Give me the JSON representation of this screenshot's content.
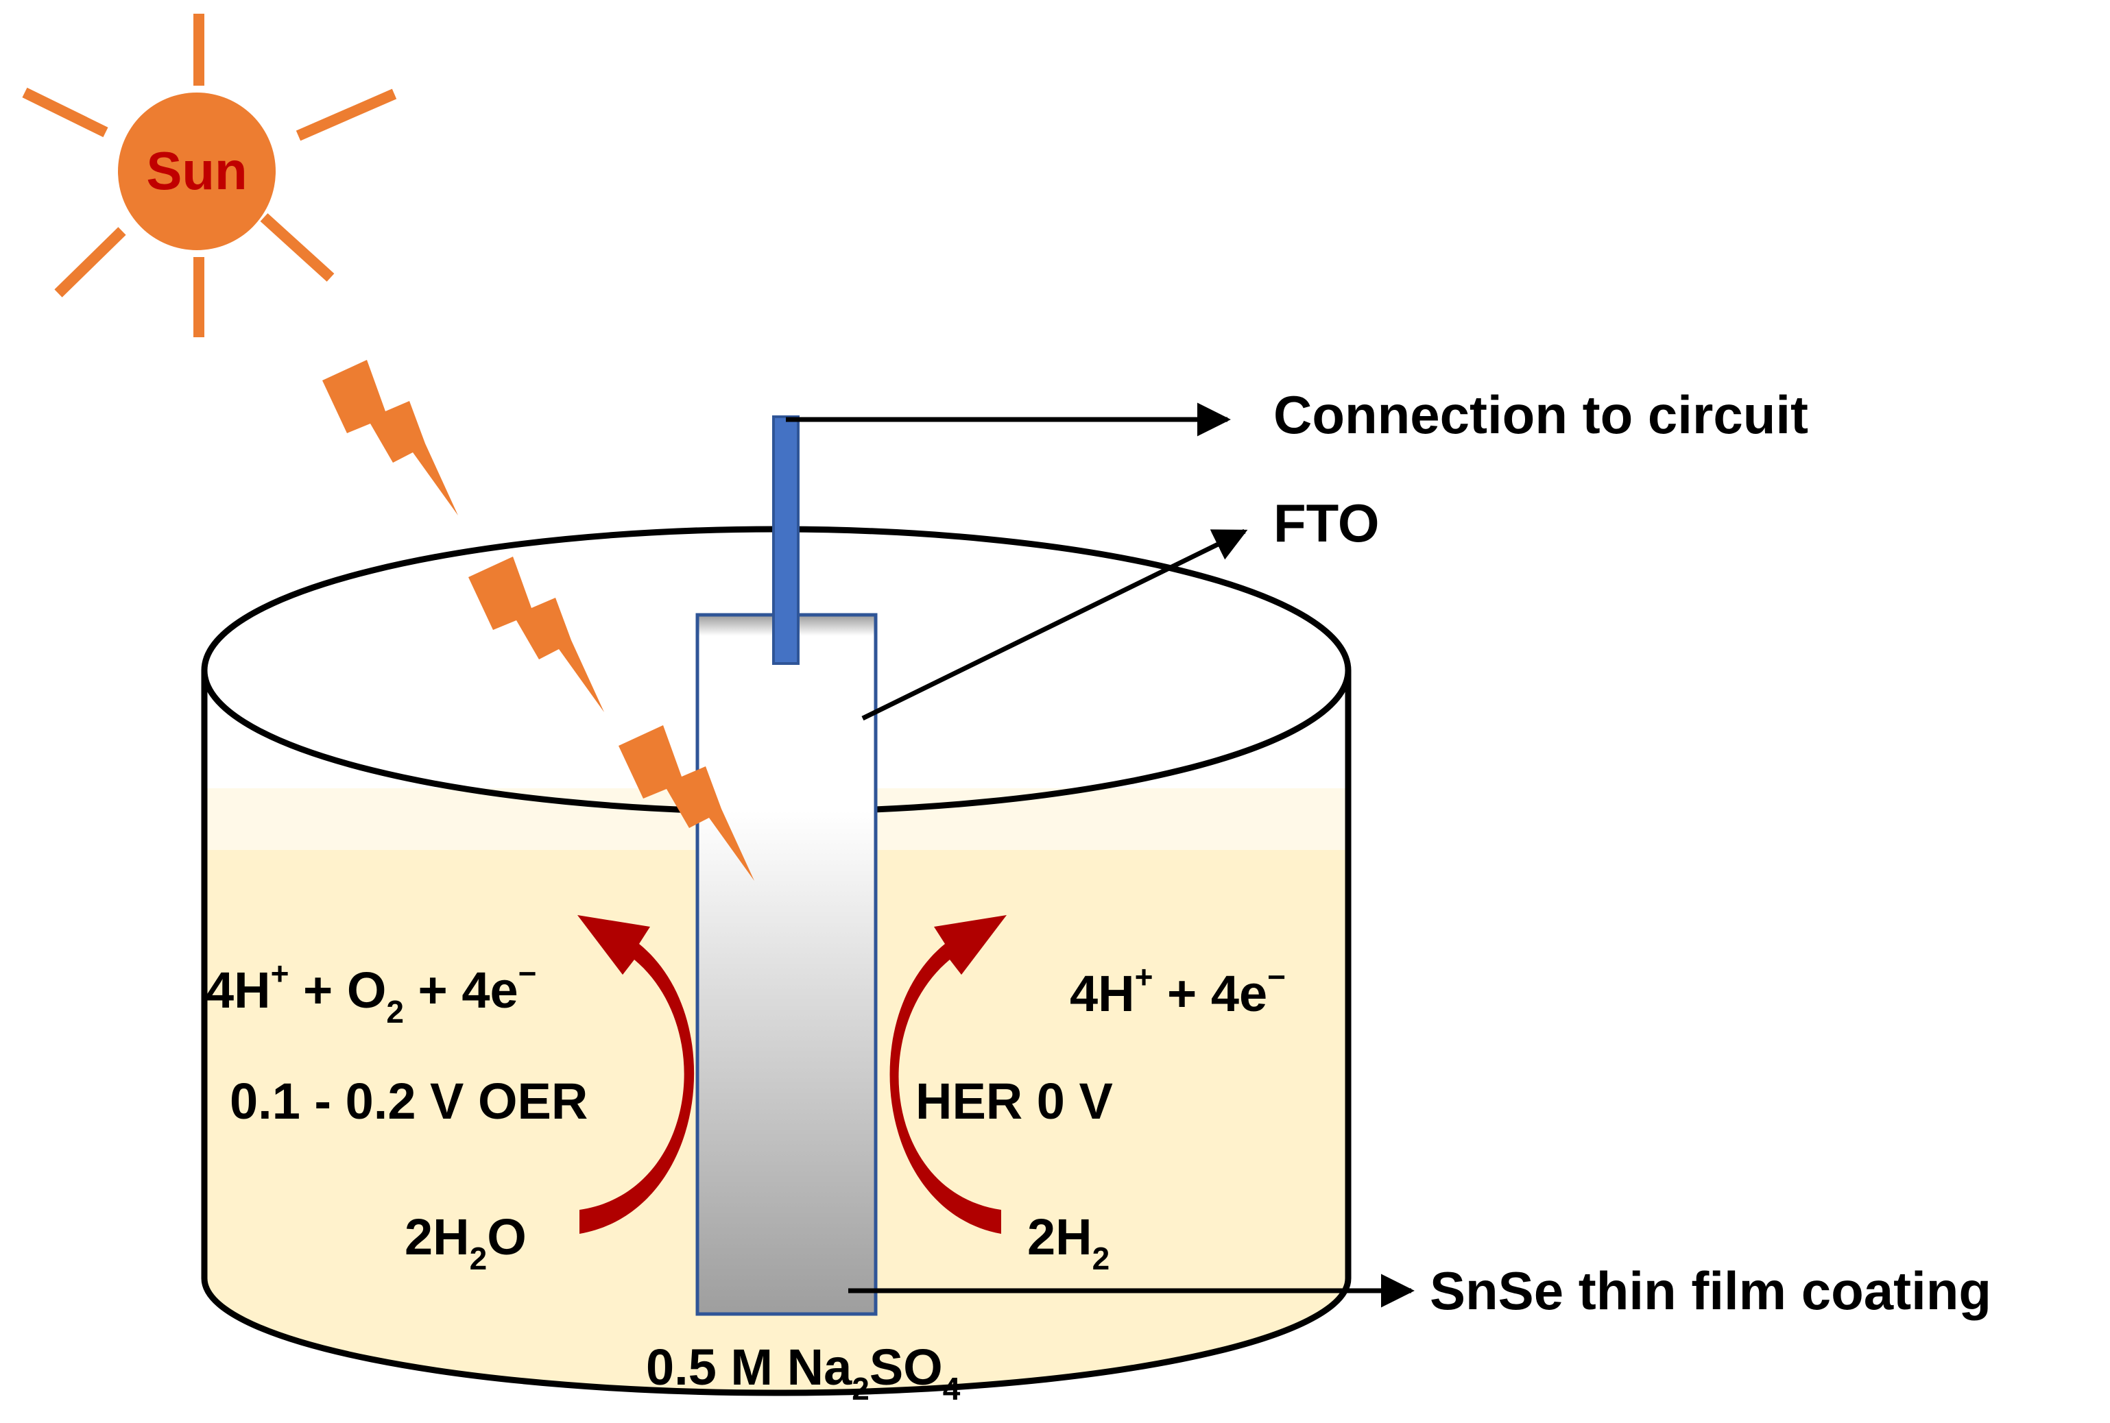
{
  "colors": {
    "sun": "#ED7D31",
    "sun_label": "#C00000",
    "lightning": "#ED7D31",
    "electrolyte": "#FFF2CC",
    "electrode_border": "#2F5597",
    "wire": "#4472C4",
    "reaction_arrow": "#B00000",
    "text": "#000000"
  },
  "icons": {
    "sun": "sun-icon",
    "light": "lightning-bolt-icon",
    "reaction": "curved-arrow-icon"
  },
  "sun": {
    "label": "Sun"
  },
  "labels": {
    "connection": "Connection to circuit",
    "fto": "FTO",
    "coating": "SnSe thin film coating"
  },
  "oer": {
    "product": {
      "a": "4H",
      "a_sup": "+",
      "b": " + O",
      "b_sub": "2",
      "c": " + 4e",
      "c_sup": "−"
    },
    "potential": "0.1 - 0.2 V OER",
    "reactant": {
      "a": "2H",
      "a_sub": "2",
      "b": "O"
    }
  },
  "her": {
    "product": {
      "a": "4H",
      "a_sup": "+",
      "b": " + 4e",
      "b_sup": "−"
    },
    "potential": "HER 0 V",
    "reactant": {
      "a": "2H",
      "a_sub": "2"
    }
  },
  "electrolyte": {
    "a": "0.5 M Na",
    "a_sub": "2",
    "b": "SO",
    "b_sub": "4"
  }
}
